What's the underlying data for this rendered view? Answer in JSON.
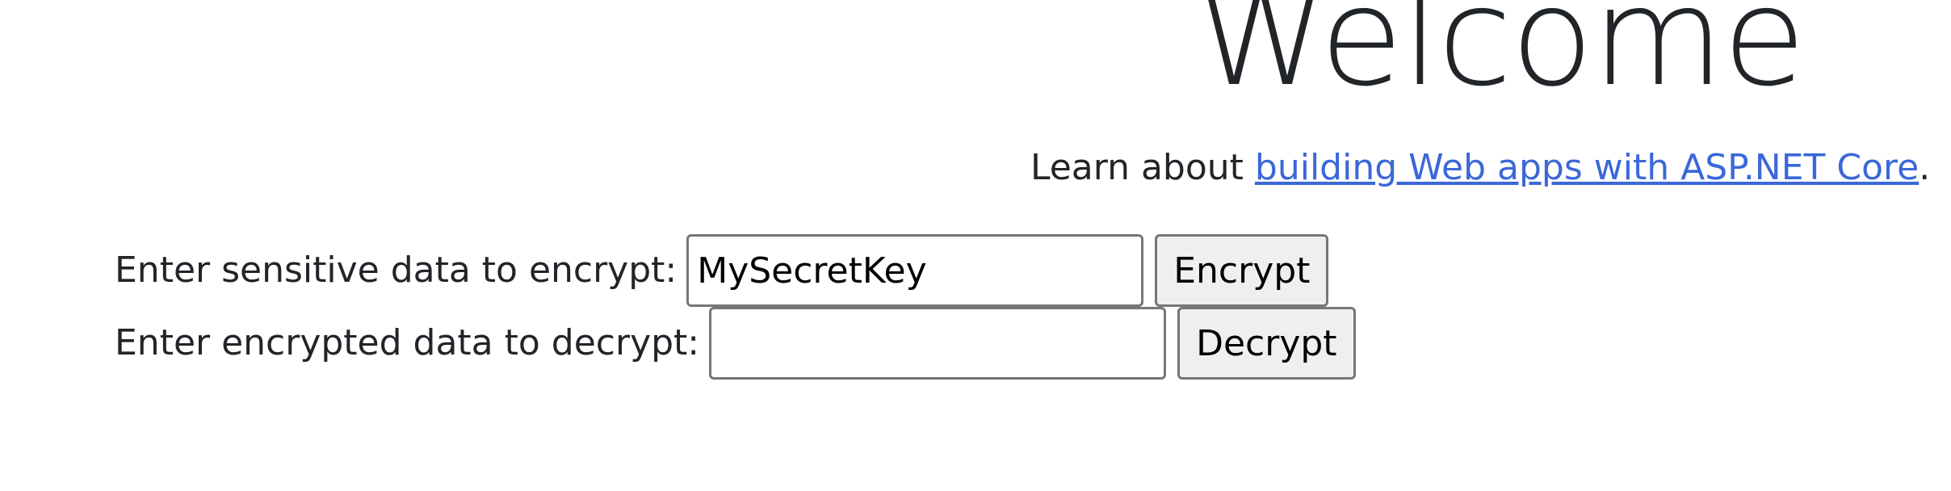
{
  "header": {
    "title": "Welcome"
  },
  "learn": {
    "prefix": "Learn about ",
    "link_text": "building Web apps with ASP.NET Core",
    "suffix": "."
  },
  "encrypt": {
    "label": "Enter sensitive data to encrypt:",
    "value": "MySecretKey",
    "button_label": "Encrypt"
  },
  "decrypt": {
    "label": "Enter encrypted data to decrypt:",
    "value": "",
    "button_label": "Decrypt"
  },
  "colors": {
    "text": "#212529",
    "link": "#3b68d8",
    "button_bg": "#efefef",
    "border": "#767676"
  }
}
